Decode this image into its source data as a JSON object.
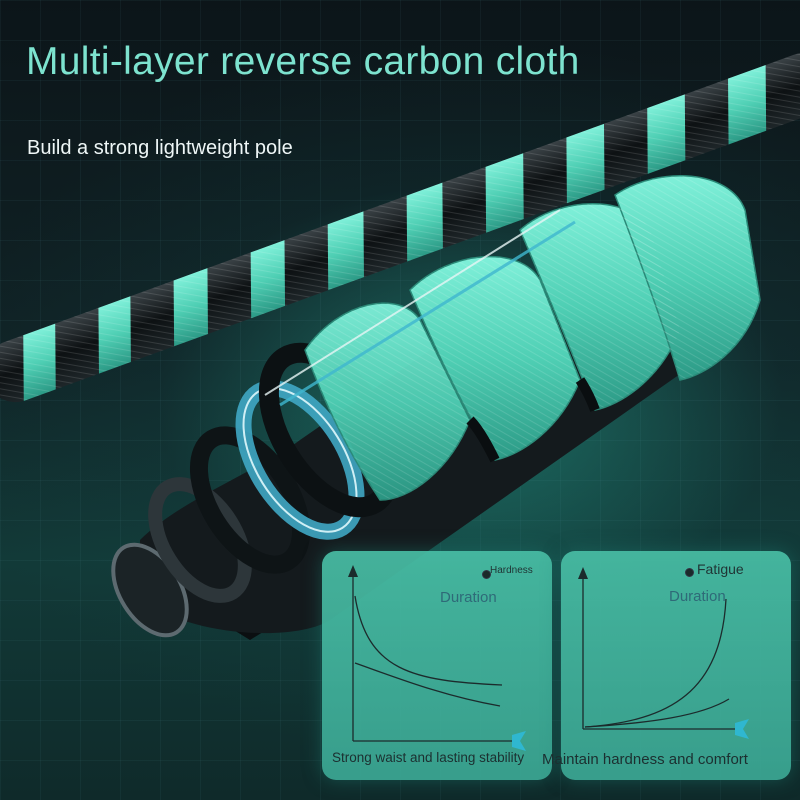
{
  "header": {
    "title": "Multi-layer reverse carbon cloth",
    "subtitle": "Build a strong lightweight pole"
  },
  "colors": {
    "accent": "#45c8ae",
    "title": "#7de3cf",
    "background": "#0d1a1e",
    "card": "#48bea5",
    "arrow": "#2fb7d0"
  },
  "cards": [
    {
      "legend": "Hardness",
      "axis_word": "Duration",
      "caption": "Strong waist and lasting stability"
    },
    {
      "legend": "Fatigue",
      "axis_word": "Duration",
      "caption": "Maintain hardness and comfort"
    }
  ]
}
